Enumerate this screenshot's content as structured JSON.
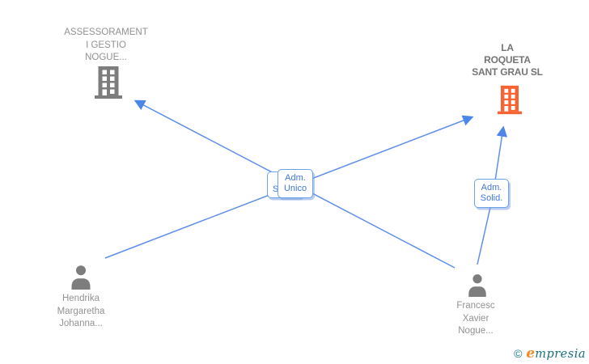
{
  "diagram": {
    "companies": {
      "assessorament": {
        "lines": [
          "ASSESSORAMENT",
          "I GESTIO",
          "NOGUE..."
        ]
      },
      "roqueta": {
        "lines": [
          "LA",
          "ROQUETA",
          "SANT GRAU SL"
        ]
      }
    },
    "persons": {
      "hendrika": {
        "lines": [
          "Hendrika",
          "Margaretha",
          "Johanna..."
        ]
      },
      "francesc": {
        "lines": [
          "Francesc",
          "Xavier",
          "Nogue..."
        ]
      }
    },
    "edge_labels": {
      "unico": {
        "line1": "Adm.",
        "line2": "Unico"
      },
      "solid": {
        "line1": "Adm.",
        "line2": "Solid."
      },
      "hidden_partial": "S"
    },
    "edges": [
      {
        "from": "Hendrika Margaretha Johanna...",
        "to": "LA ROQUETA SANT GRAU SL",
        "label": "Adm. Unico"
      },
      {
        "from": "Francesc Xavier Nogue...",
        "to": "ASSESSORAMENT I GESTIO NOGUE...",
        "label": ""
      },
      {
        "from": "Francesc Xavier Nogue...",
        "to": "LA ROQUETA SANT GRAU SL",
        "label": "Adm. Solid."
      }
    ]
  },
  "footer": {
    "copyright_symbol": "©",
    "brand_first_letter": "e",
    "brand_rest": "mpresia"
  },
  "colors": {
    "edge_line": "#5f8fe8",
    "arrowhead": "#4c86e8",
    "box_border": "#6fa3e8",
    "box_text": "#4078dd",
    "company_gray_icon": "#7d7d7d",
    "company_orange_icon": "#f96331",
    "person_icon": "#7d7d7d",
    "muted_text": "#929292",
    "bold_company_text": "#757575",
    "logo_teal": "#1b7a8e",
    "logo_orange": "#f6891f"
  }
}
